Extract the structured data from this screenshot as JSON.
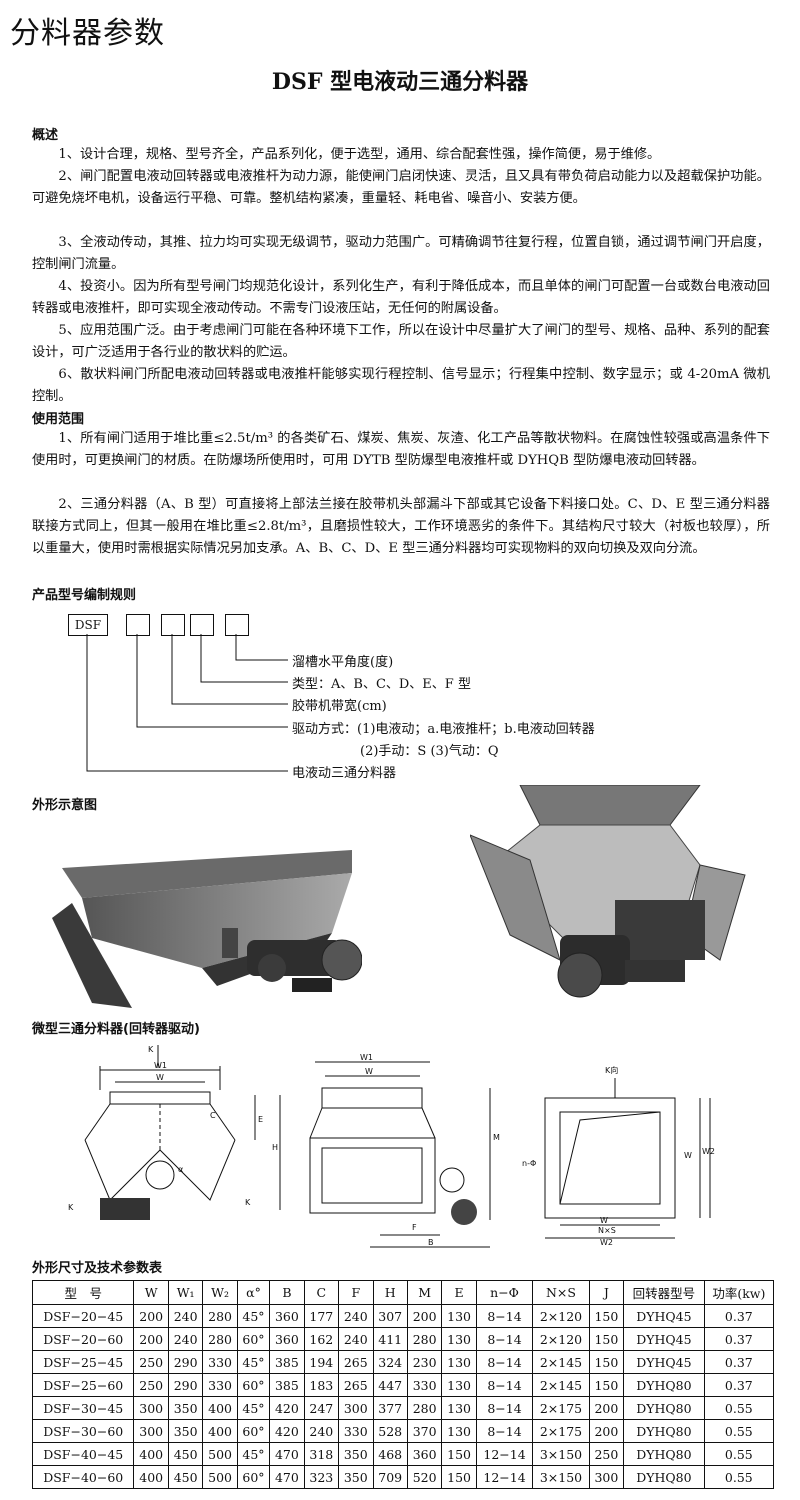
{
  "page_title": "分料器参数",
  "doc_title": "DSF 型电液动三通分料器",
  "overview": {
    "heading": "概述",
    "items": [
      "1、设计合理，规格、型号齐全，产品系列化，便于选型，通用、综合配套性强，操作简便，易于维修。",
      "2、闸门配置电液动回转器或电液推杆为动力源，能使闸门启闭快速、灵活，且又具有带负荷启动能力以及超载保护功能。可避免烧坏电机，设备运行平稳、可靠。整机结构紧凑，重量轻、耗电省、噪音小、安装方便。",
      "3、全液动传动，其推、拉力均可实现无级调节，驱动力范围广。可精确调节往复行程，位置自锁，通过调节闸门开启度，控制闸门流量。",
      "4、投资小。因为所有型号闸门均规范化设计，系列化生产，有利于降低成本，而且单体的闸门可配置一台或数台电液动回转器或电液推杆，即可实现全液动传动。不需专门设液压站，无任何的附属设备。",
      "5、应用范围广泛。由于考虑闸门可能在各种环境下工作，所以在设计中尽量扩大了闸门的型号、规格、品种、系列的配套设计，可广泛适用于各行业的散状料的贮运。",
      "6、散状料闸门所配电液动回转器或电液推杆能够实现行程控制、信号显示；行程集中控制、数字显示；或 4-20mA 微机控制。"
    ]
  },
  "usage": {
    "heading": "使用范围",
    "items": [
      "1、所有闸门适用于堆比重≤2.5t/m³ 的各类矿石、煤炭、焦炭、灰渣、化工产品等散状物料。在腐蚀性较强或高温条件下使用时，可更换闸门的材质。在防爆场所使用时，可用 DYTB 型防爆型电液推杆或 DYHQB 型防爆电液动回转器。",
      "2、三通分料器（A、B 型）可直接将上部法兰接在胶带机头部漏斗下部或其它设备下料接口处。C、D、E 型三通分料器联接方式同上，但其一般用在堆比重≤2.8t/m³，且磨损性较大，工作环境恶劣的条件下。其结构尺寸较大（衬板也较厚），所以重量大，使用时需根据实际情况另加支承。A、B、C、D、E 型三通分料器均可实现物料的双向切换及双向分流。"
    ]
  },
  "coding": {
    "heading": "产品型号编制规则",
    "prefix": "DSF",
    "legend": [
      "溜槽水平角度(度)",
      "类型：A、B、C、D、E、F 型",
      "胶带机带宽(cm)",
      "驱动方式：(1)电液动；a.电液推杆；b.电液动回转器",
      "(2)手动：S   (3)气动：Q",
      "电液动三通分料器"
    ]
  },
  "appearance_heading": "外形示意图",
  "drawing_heading": "微型三通分料器(回转器驱动)",
  "drawing_labels": {
    "k": "K",
    "w1": "W1",
    "w": "W",
    "e": "E",
    "h": "H",
    "c": "C",
    "alpha": "α",
    "m": "M",
    "f": "F",
    "b": "B",
    "kdir": "K向",
    "nphi": "n-Φ",
    "nxs": "N×S",
    "w2": "W2"
  },
  "table": {
    "heading": "外形尺寸及技术参数表",
    "columns": [
      "型　号",
      "W",
      "W₁",
      "W₂",
      "α°",
      "B",
      "C",
      "F",
      "H",
      "M",
      "E",
      "n−Φ",
      "N×S",
      "J",
      "回转器型号",
      "功率(kw)"
    ],
    "rows": [
      [
        "DSF−20−45",
        "200",
        "240",
        "280",
        "45°",
        "360",
        "177",
        "240",
        "307",
        "200",
        "130",
        "8−14",
        "2×120",
        "150",
        "DYHQ45",
        "0.37"
      ],
      [
        "DSF−20−60",
        "200",
        "240",
        "280",
        "60°",
        "360",
        "162",
        "240",
        "411",
        "280",
        "130",
        "8−14",
        "2×120",
        "150",
        "DYHQ45",
        "0.37"
      ],
      [
        "DSF−25−45",
        "250",
        "290",
        "330",
        "45°",
        "385",
        "194",
        "265",
        "324",
        "230",
        "130",
        "8−14",
        "2×145",
        "150",
        "DYHQ45",
        "0.37"
      ],
      [
        "DSF−25−60",
        "250",
        "290",
        "330",
        "60°",
        "385",
        "183",
        "265",
        "447",
        "330",
        "130",
        "8−14",
        "2×145",
        "150",
        "DYHQ80",
        "0.37"
      ],
      [
        "DSF−30−45",
        "300",
        "350",
        "400",
        "45°",
        "420",
        "247",
        "300",
        "377",
        "280",
        "130",
        "8−14",
        "2×175",
        "200",
        "DYHQ80",
        "0.55"
      ],
      [
        "DSF−30−60",
        "300",
        "350",
        "400",
        "60°",
        "420",
        "240",
        "330",
        "528",
        "370",
        "130",
        "8−14",
        "2×175",
        "200",
        "DYHQ80",
        "0.55"
      ],
      [
        "DSF−40−45",
        "400",
        "450",
        "500",
        "45°",
        "470",
        "318",
        "350",
        "468",
        "360",
        "150",
        "12−14",
        "3×150",
        "250",
        "DYHQ80",
        "0.55"
      ],
      [
        "DSF−40−60",
        "400",
        "450",
        "500",
        "60°",
        "470",
        "323",
        "350",
        "709",
        "520",
        "150",
        "12−14",
        "3×150",
        "300",
        "DYHQ80",
        "0.55"
      ]
    ]
  }
}
